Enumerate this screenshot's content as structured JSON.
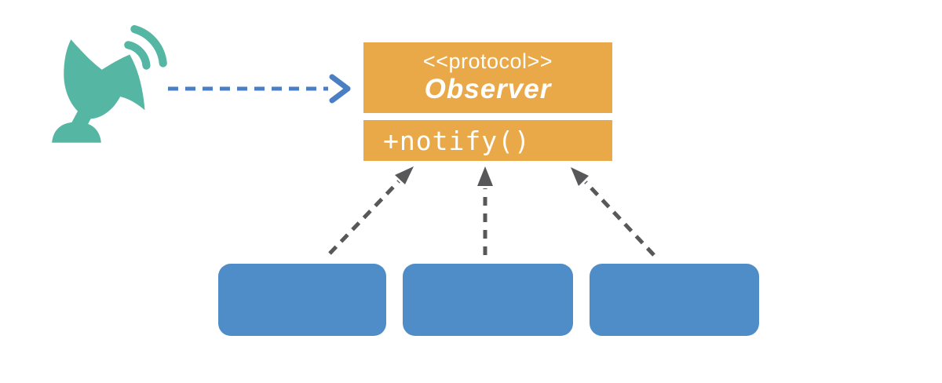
{
  "diagram": {
    "observer_box": {
      "stereotype": "<<protocol>>",
      "class_name": "Observer",
      "method": "+notify()"
    },
    "colors": {
      "protocol_box_fill": "#eaa948",
      "subscriber_box_fill": "#4e8dc7",
      "satellite_icon_teal": "#55b7a3",
      "publish_arrow_blue": "#4a7fc3",
      "conform_arrow_gray": "#58585a",
      "box_text": "#ffffff",
      "background": "#ffffff"
    },
    "icons": {
      "publisher": "satellite-dish-icon"
    },
    "subscribers": [
      {
        "label": ""
      },
      {
        "label": ""
      },
      {
        "label": ""
      }
    ]
  }
}
